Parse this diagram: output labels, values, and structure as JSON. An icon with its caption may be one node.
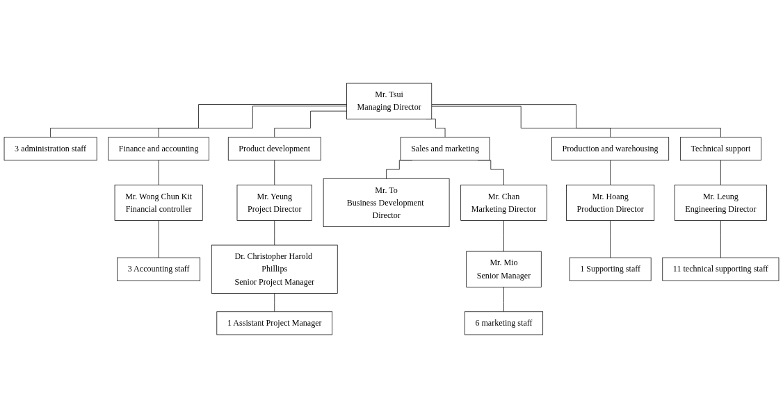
{
  "diagram": {
    "nodes": [
      {
        "text": [
          "Mr. Tsui",
          "Managing Director"
        ]
      },
      {
        "text": [
          "3 administration staff"
        ]
      },
      {
        "text": [
          "Finance and accounting"
        ]
      },
      {
        "text": [
          "Product development"
        ]
      },
      {
        "text": [
          "Sales and marketing"
        ]
      },
      {
        "text": [
          "Production and warehousing"
        ]
      },
      {
        "text": [
          "Technical support"
        ]
      },
      {
        "text": [
          "Mr. Wong Chun Kit",
          "Financial controller"
        ]
      },
      {
        "text": [
          "3 Accounting staff"
        ]
      },
      {
        "text": [
          "Mr. Yeung",
          "Project Director"
        ]
      },
      {
        "text": [
          "Dr. Christopher Harold Phillips",
          "Senior Project Manager"
        ]
      },
      {
        "text": [
          "1 Assistant Project Manager"
        ]
      },
      {
        "text": [
          "Mr. To",
          "Business Development Director"
        ]
      },
      {
        "text": [
          "Mr. Chan",
          "Marketing Director"
        ]
      },
      {
        "text": [
          "Mr. Mio",
          "Senior Manager"
        ]
      },
      {
        "text": [
          "6 marketing staff"
        ]
      },
      {
        "text": [
          "Mr. Hoang",
          "Production Director"
        ]
      },
      {
        "text": [
          "1 Supporting staff"
        ]
      },
      {
        "text": [
          "Mr. Leung",
          "Engineering Director"
        ]
      },
      {
        "text": [
          "11 technical supporting staff"
        ]
      }
    ],
    "edges": [
      {
        "from": 0,
        "to": 1,
        "arrow": "none"
      },
      {
        "from": 0,
        "to": 2,
        "arrow": "none"
      },
      {
        "from": 0,
        "to": 3,
        "arrow": "none"
      },
      {
        "from": 0,
        "to": 4,
        "arrow": "none"
      },
      {
        "from": 0,
        "to": 5,
        "arrow": "none"
      },
      {
        "from": 0,
        "to": 6,
        "arrow": "none"
      },
      {
        "from": 2,
        "to": 7,
        "arrow": "none"
      },
      {
        "from": 7,
        "to": 8,
        "arrow": "none"
      },
      {
        "from": 3,
        "to": 9,
        "arrow": "none"
      },
      {
        "from": 9,
        "to": 10,
        "arrow": "none"
      },
      {
        "from": 10,
        "to": 11,
        "arrow": "none"
      },
      {
        "from": 4,
        "to": 12,
        "arrow": "none"
      },
      {
        "from": 4,
        "to": 13,
        "arrow": "none"
      },
      {
        "from": 13,
        "to": 14,
        "arrow": "none"
      },
      {
        "from": 14,
        "to": 15,
        "arrow": "none"
      },
      {
        "from": 5,
        "to": 16,
        "arrow": "none"
      },
      {
        "from": 16,
        "to": 17,
        "arrow": "none"
      },
      {
        "from": 6,
        "to": 18,
        "arrow": "none"
      },
      {
        "from": 18,
        "to": 19,
        "arrow": "none"
      }
    ]
  }
}
